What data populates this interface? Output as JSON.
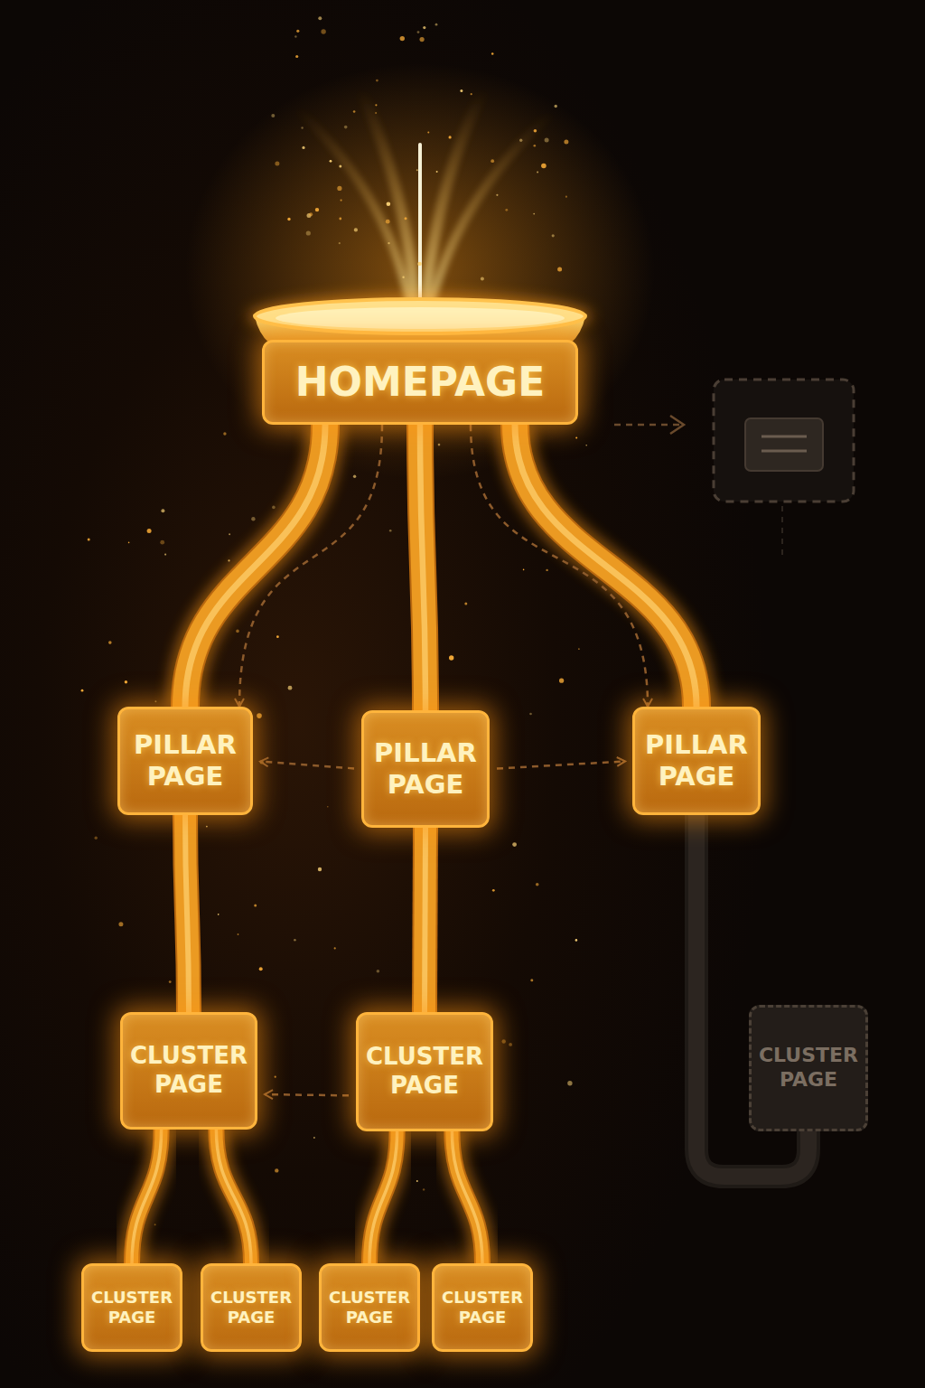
{
  "diagram": {
    "nodes": [
      {
        "text": [
          "HOMEPAGE"
        ]
      },
      {
        "text": [
          "PILLAR PAGE"
        ]
      },
      {
        "text": [
          "PILLAR PAGE"
        ]
      },
      {
        "text": [
          "PILLAR PAGE"
        ]
      },
      {
        "text": [
          "CLUSTER PAGE"
        ]
      },
      {
        "text": [
          "CLUSTER PAGE"
        ]
      },
      {
        "text": [
          "CLUSTER PAGE"
        ]
      },
      {
        "text": [
          "CLUSTER PAGE"
        ]
      },
      {
        "text": [
          "CLUSTER PAGE"
        ]
      },
      {
        "text": [
          "CLUSTER PAGE"
        ]
      },
      {
        "text": [
          "CLUSTER PAGE"
        ]
      }
    ],
    "edges": [
      {
        "from": 0,
        "to": 1,
        "arrow": "none"
      },
      {
        "from": 0,
        "to": 2,
        "arrow": "none"
      },
      {
        "from": 0,
        "to": 3,
        "arrow": "none"
      },
      {
        "from": 0,
        "to": 1,
        "arrow": "to"
      },
      {
        "from": 0,
        "to": 3,
        "arrow": "to"
      },
      {
        "from": 2,
        "to": 1,
        "arrow": "to"
      },
      {
        "from": 2,
        "to": 3,
        "arrow": "to"
      },
      {
        "from": 1,
        "to": 4,
        "arrow": "none"
      },
      {
        "from": 2,
        "to": 5,
        "arrow": "none"
      },
      {
        "from": 3,
        "to": 6,
        "arrow": "none"
      },
      {
        "from": 5,
        "to": 4,
        "arrow": "to"
      },
      {
        "from": 4,
        "to": 7,
        "arrow": "none"
      },
      {
        "from": 4,
        "to": 8,
        "arrow": "none"
      },
      {
        "from": 5,
        "to": 9,
        "arrow": "none"
      },
      {
        "from": 5,
        "to": 10,
        "arrow": "none"
      }
    ]
  }
}
